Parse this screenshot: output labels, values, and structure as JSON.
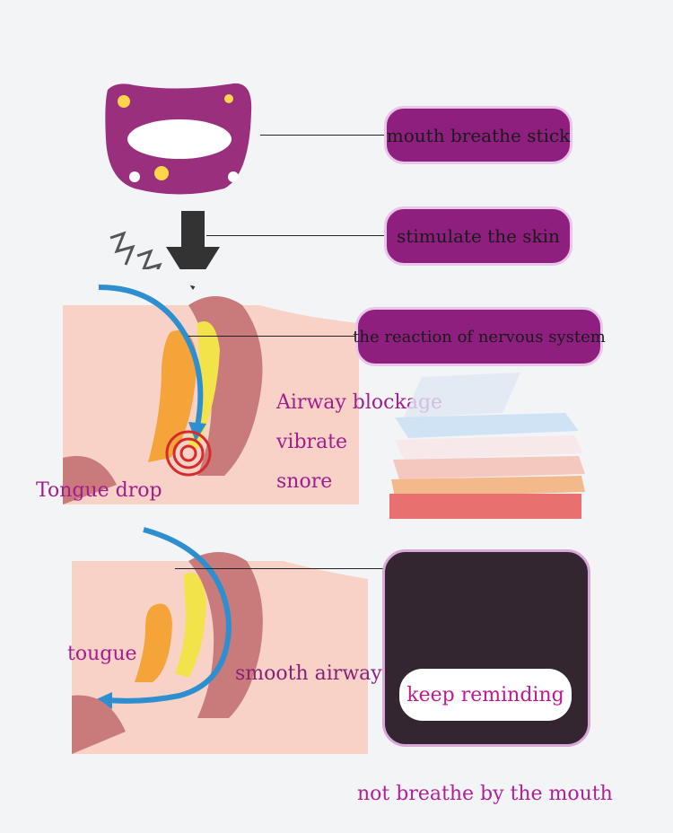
{
  "callouts": {
    "sticker": "mouth breathe stick",
    "skin": "stimulate the skin",
    "nervous": "the reaction of nervous system"
  },
  "top_diagram": {
    "airway_blockage": "Airway blockage",
    "vibrate": "vibrate",
    "snore": "snore",
    "tongue_drop": "Tongue drop"
  },
  "bottom_diagram": {
    "tongue": "tougue",
    "smooth_airway": "smooth airway"
  },
  "panel": {
    "button_label": "keep reminding"
  },
  "footer": "not breathe by the mouth",
  "colors": {
    "purple": "#8e1f7e",
    "text_magenta": "#a21d8e",
    "dark_panel": "#332631",
    "skin": "#f8d2c6"
  }
}
